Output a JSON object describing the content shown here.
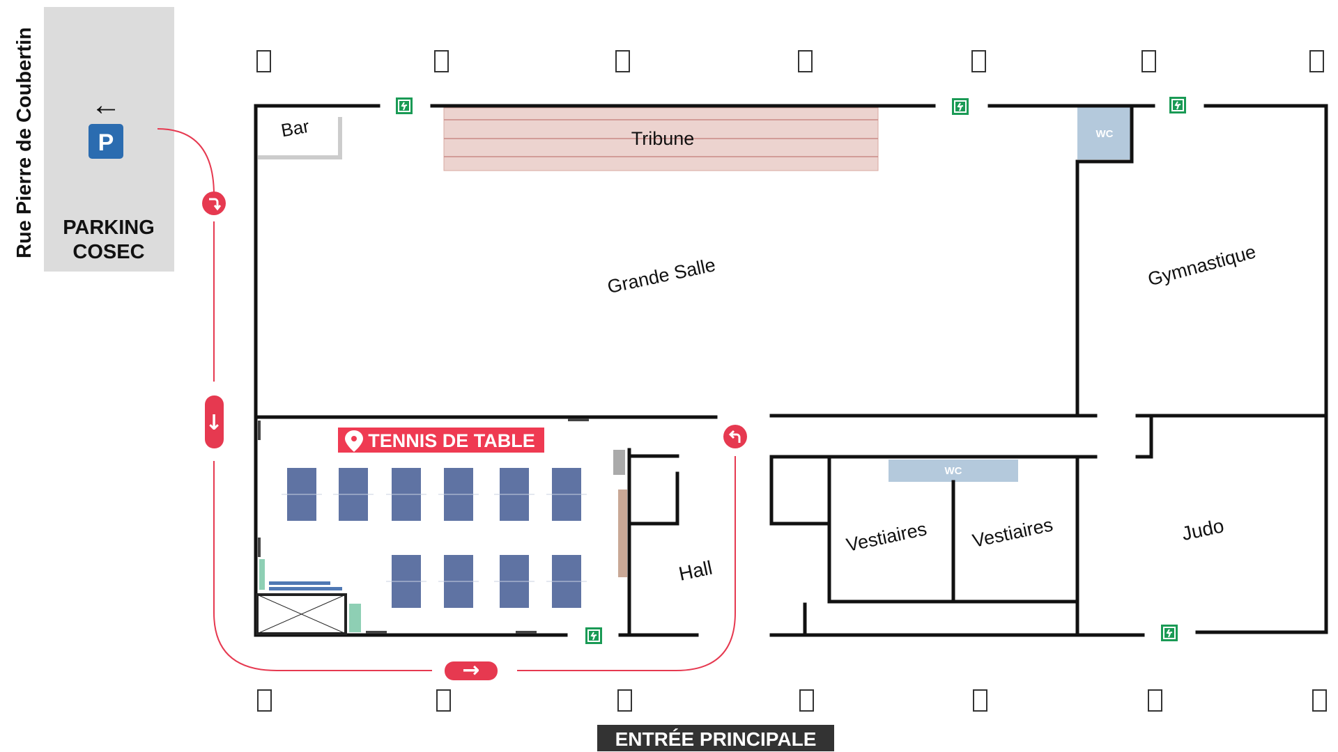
{
  "street": "Rue Pierre de Coubertin",
  "parking": {
    "line1": "PARKING",
    "line2": "COSEC",
    "sign": "P",
    "arrow": "←",
    "color": "#2b6cb0"
  },
  "rooms": {
    "bar": "Bar",
    "tribune": "Tribune",
    "grande_salle": "Grande Salle",
    "gymnastique": "Gymnastique",
    "hall": "Hall",
    "vestiaires_1": "Vestiaires",
    "vestiaires_2": "Vestiaires",
    "judo": "Judo",
    "wc_top": "WC",
    "wc_middle": "WC"
  },
  "highlight": {
    "label": "TENNIS DE TABLE",
    "pin_icon": "map-pin-icon",
    "color": "#ef3a52"
  },
  "entrance": "ENTRÉE PRINCIPALE",
  "route": {
    "arrow_down": "↓",
    "arrow_right": "→",
    "turn_right_icon": "turn-right-icon",
    "turn_left_icon": "turn-left-icon",
    "color": "#e63950"
  },
  "exit_sign_icon": "emergency-exit-icon",
  "colors": {
    "tribune": "#ecd3cf",
    "wc": "#b4c9dc",
    "ping_pong_table": "#5f73a3",
    "exit_sign": "#1a9a55"
  }
}
